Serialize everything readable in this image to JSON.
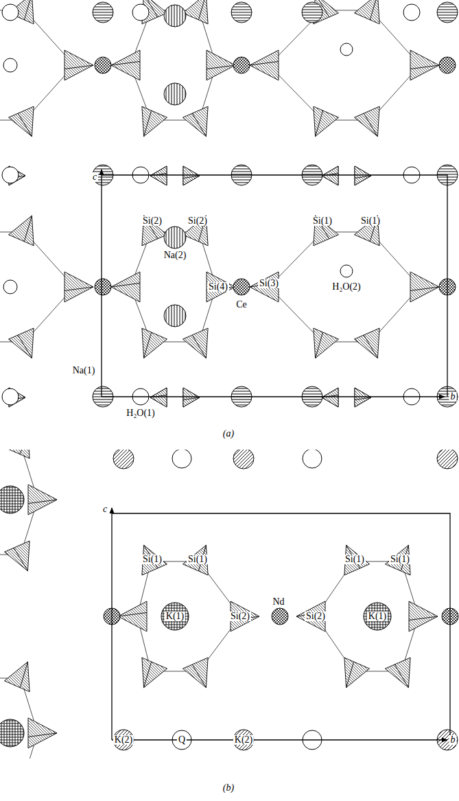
{
  "diagram": {
    "labels": [
      "c",
      "b",
      "Si(2)",
      "Si(2)",
      "Si(1)",
      "Si(1)",
      "Na(2)",
      "Si(4)",
      "Ce",
      "Si(3)",
      "H₂O(2)",
      "Na(1)",
      "H₂O(1)",
      "(a)",
      "c",
      "b",
      "Si(1)",
      "Si(1)",
      "Si(1)",
      "Si(1)",
      "K(1)",
      "Si(2)",
      "Nd",
      "Si(2)",
      "K(1)",
      "K(2)",
      "Q",
      "K(2)",
      "(b)"
    ]
  }
}
